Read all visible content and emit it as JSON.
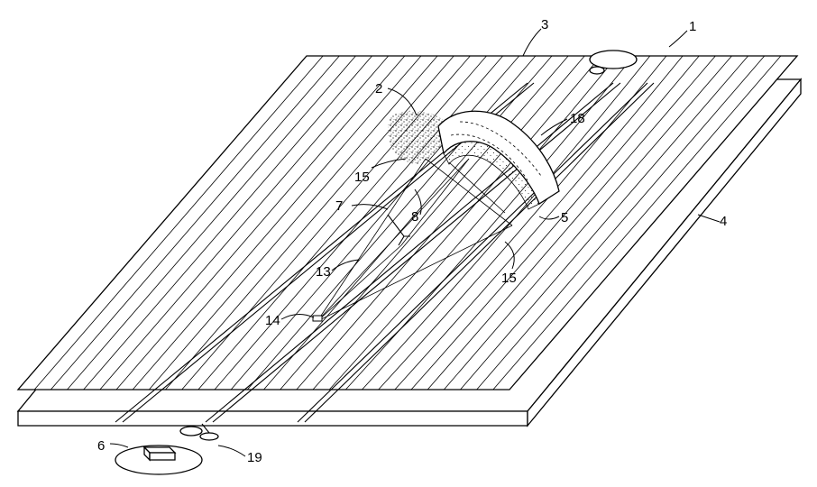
{
  "figure": {
    "reference_numerals": {
      "n1": "1",
      "n2": "2",
      "n3": "3",
      "n4": "4",
      "n5": "5",
      "n6": "6",
      "n7": "7",
      "n8": "8",
      "n13": "13",
      "n14": "14",
      "n15a": "15",
      "n15b": "15",
      "n18": "18",
      "n19": "19"
    },
    "colors": {
      "ink": "#000000",
      "paper": "#ffffff"
    }
  }
}
